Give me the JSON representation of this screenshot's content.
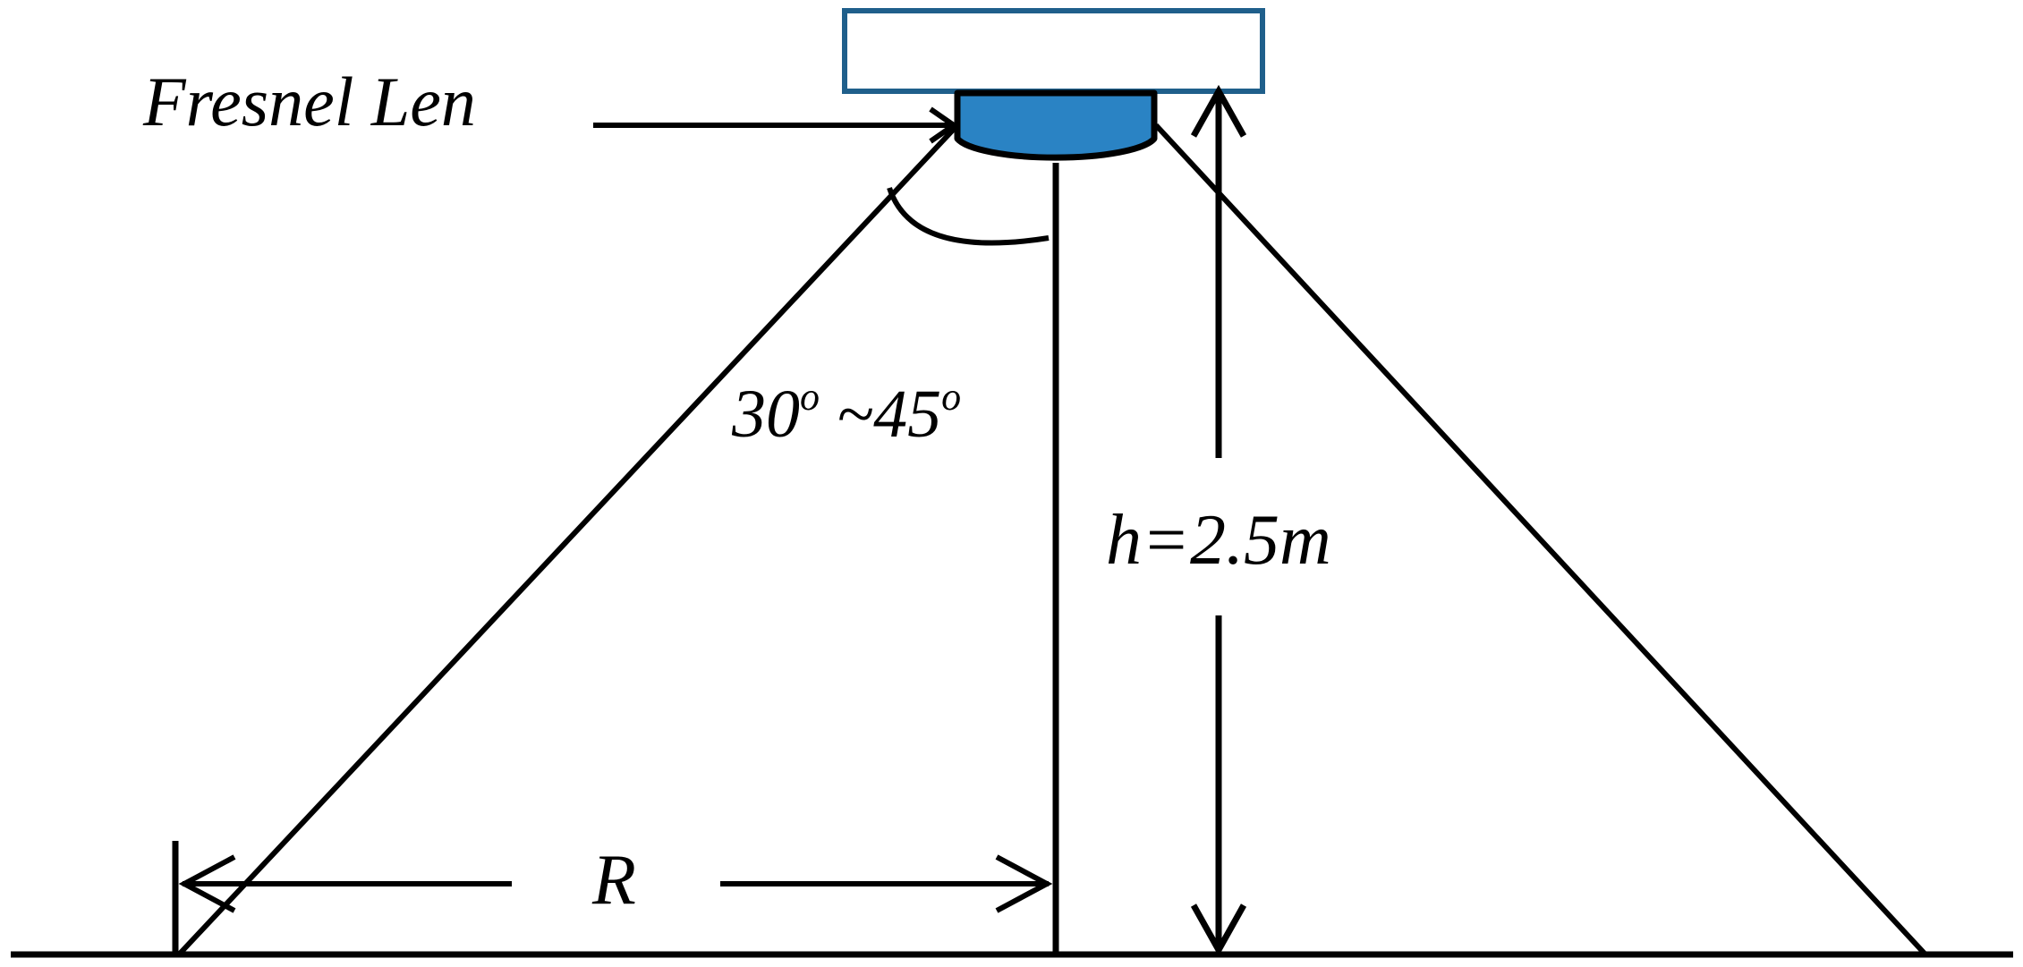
{
  "diagram": {
    "lens_label": "Fresnel Len",
    "angle_label_start": "30",
    "angle_label_end": "45",
    "angle_label_sep": " ~",
    "degree_symbol": "o",
    "height_label": "h=2.5m",
    "radius_label": "R"
  },
  "colors": {
    "line": "#000000",
    "sensor_housing_stroke": "#1f5f8b",
    "lens_fill": "#2a83c4",
    "background": "#ffffff"
  }
}
